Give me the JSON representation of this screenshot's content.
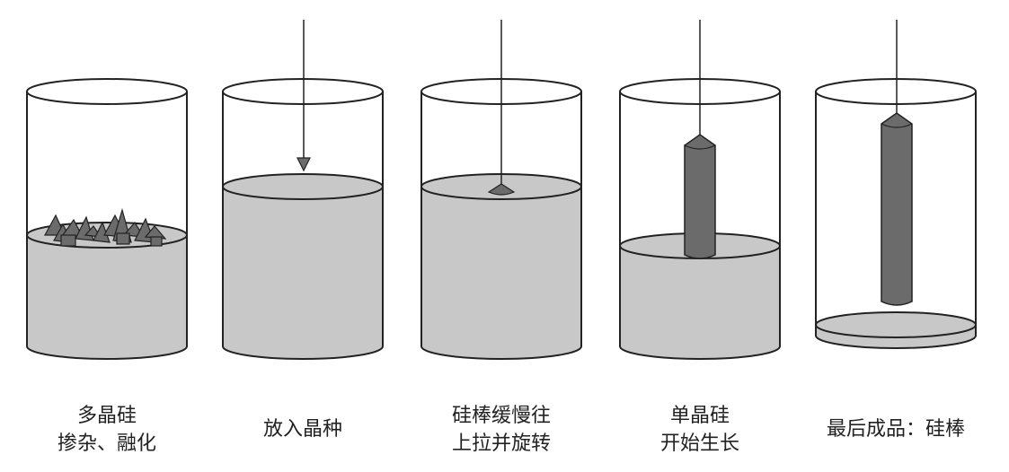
{
  "steps": [
    {
      "caption": [
        "多晶硅",
        "掺杂、融化"
      ]
    },
    {
      "caption": [
        "放入晶种"
      ]
    },
    {
      "caption": [
        "硅棒缓慢往",
        "上拉并旋转"
      ]
    },
    {
      "caption": [
        "单晶硅",
        "开始生长"
      ]
    },
    {
      "caption": [
        "最后成品：硅棒"
      ]
    }
  ],
  "colors": {
    "liquid": "#c8c8c8",
    "crystal": "#6b6b6b",
    "outline": "#222222",
    "background": "#ffffff"
  }
}
